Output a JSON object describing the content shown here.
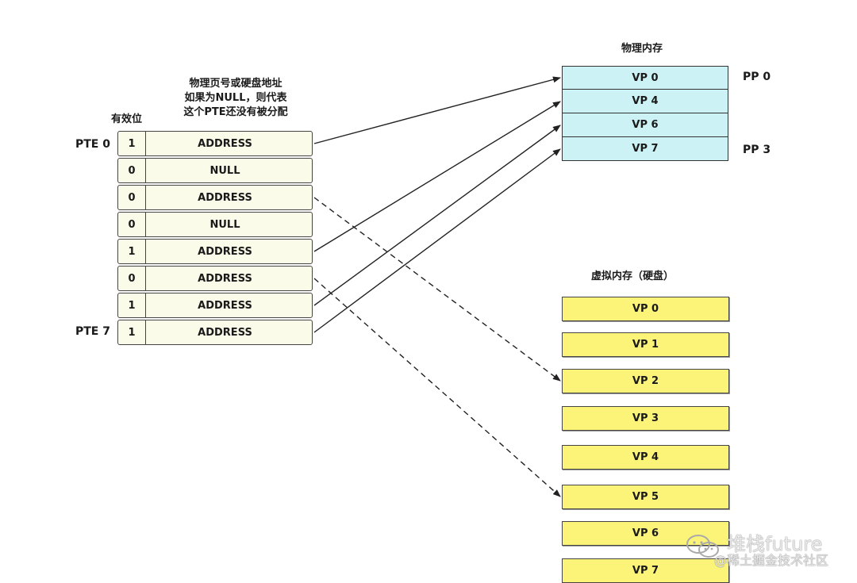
{
  "page_table": {
    "header_valid": "有效位",
    "header_address": [
      "物理页号或硬盘地址",
      "如果为NULL，则代表",
      "这个PTE还没有被分配"
    ],
    "pte_first_label": "PTE 0",
    "pte_last_label": "PTE 7",
    "rows": [
      {
        "valid": "1",
        "addr": "ADDRESS"
      },
      {
        "valid": "0",
        "addr": "NULL"
      },
      {
        "valid": "0",
        "addr": "ADDRESS"
      },
      {
        "valid": "0",
        "addr": "NULL"
      },
      {
        "valid": "1",
        "addr": "ADDRESS"
      },
      {
        "valid": "0",
        "addr": "ADDRESS"
      },
      {
        "valid": "1",
        "addr": "ADDRESS"
      },
      {
        "valid": "1",
        "addr": "ADDRESS"
      }
    ]
  },
  "physical_memory": {
    "title": "物理内存",
    "pp_first_label": "PP 0",
    "pp_last_label": "PP 3",
    "cells": [
      "VP 0",
      "VP 4",
      "VP 6",
      "VP 7"
    ]
  },
  "virtual_memory": {
    "title": "虚拟内存（硬盘）",
    "cells": [
      "VP 0",
      "VP 1",
      "VP 2",
      "VP 3",
      "VP 4",
      "VP 5",
      "VP 6",
      "VP 7"
    ]
  },
  "mappings": [
    {
      "from_row": 0,
      "to": "physical",
      "index": 0,
      "style": "solid"
    },
    {
      "from_row": 4,
      "to": "physical",
      "index": 1,
      "style": "solid"
    },
    {
      "from_row": 6,
      "to": "physical",
      "index": 2,
      "style": "solid"
    },
    {
      "from_row": 7,
      "to": "physical",
      "index": 3,
      "style": "solid"
    },
    {
      "from_row": 2,
      "to": "virtual",
      "index": 2,
      "style": "dashed"
    },
    {
      "from_row": 5,
      "to": "virtual",
      "index": 5,
      "style": "dashed"
    }
  ],
  "watermark": {
    "name": "堆栈future",
    "sub": "@稀土掘金技术社区",
    "icon": "wechat-icon"
  }
}
